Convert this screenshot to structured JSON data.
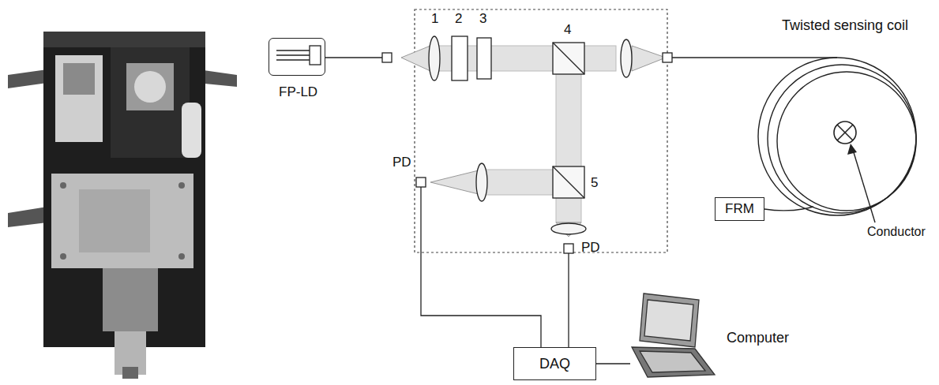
{
  "diagram": {
    "nodes": [
      {
        "text": [
          "FP-LD"
        ]
      },
      {
        "text": [
          "FRM"
        ]
      },
      {
        "text": [
          "DAQ"
        ]
      },
      {
        "text": [
          "Computer"
        ]
      }
    ],
    "edges": [
      {
        "from": 2,
        "to": 3,
        "arrow": "none"
      }
    ],
    "labels": [
      "1",
      "2",
      "3",
      "4",
      "5",
      "PD",
      "PD",
      "Twisted sensing coil",
      "Conductor"
    ]
  }
}
